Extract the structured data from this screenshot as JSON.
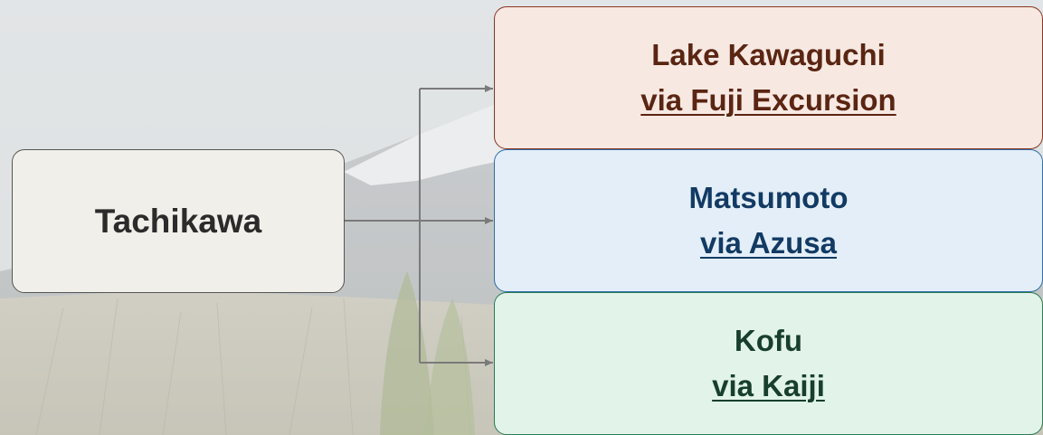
{
  "origin": {
    "name": "Tachikawa"
  },
  "destinations": [
    {
      "name": "Lake Kawaguchi",
      "route": "via Fuji Excursion",
      "colors": {
        "fill": "#f7e8e2",
        "border": "#8a3520",
        "text": "#5a2512"
      }
    },
    {
      "name": "Matsumoto",
      "route": "via Azusa",
      "colors": {
        "fill": "#e3eef9",
        "border": "#2f6ea8",
        "text": "#123a63"
      }
    },
    {
      "name": "Kofu",
      "route": "via Kaiji",
      "colors": {
        "fill": "#e2f3ea",
        "border": "#2b7a52",
        "text": "#173f2c"
      }
    }
  ],
  "colors": {
    "origin_fill": "#f1efe9",
    "origin_border": "#555555",
    "connector": "#7a7a7a"
  }
}
